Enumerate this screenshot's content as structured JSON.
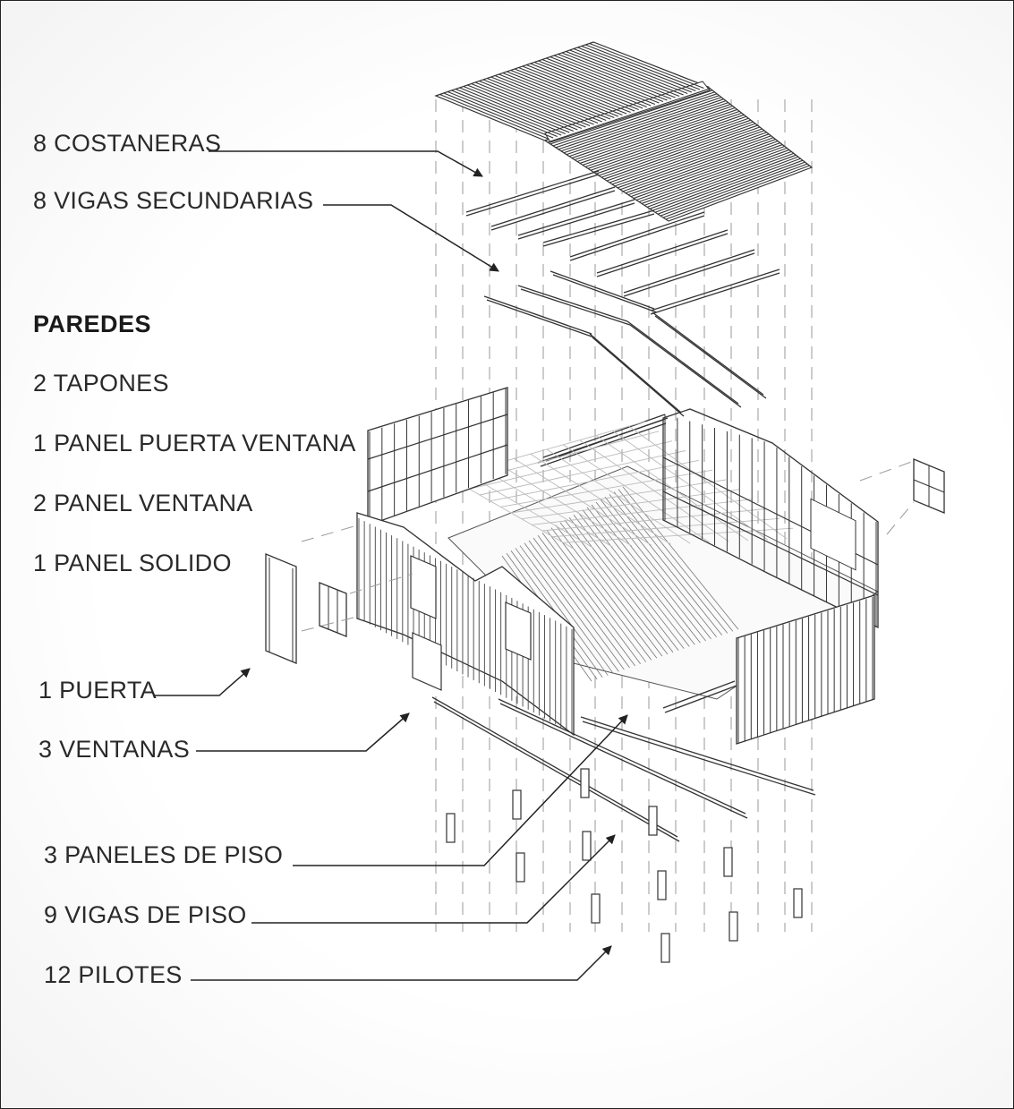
{
  "heading_walls": "PAREDES",
  "labels": {
    "costaneras": "8 COSTANERAS",
    "vigas_secundarias": "8 VIGAS SECUNDARIAS",
    "tapones": "2 TAPONES",
    "panel_puerta_ventana": "1 PANEL PUERTA VENTANA",
    "panel_ventana": "2 PANEL VENTANA",
    "panel_solido": "1 PANEL SOLIDO",
    "puerta": "1 PUERTA",
    "ventanas": "3 VENTANAS",
    "paneles_piso": "3 PANELES DE PISO",
    "vigas_piso": "9 VIGAS DE PISO",
    "pilotes": "12 PILOTES"
  },
  "colors": {
    "ink": "#2a2a2a",
    "line": "#333333",
    "panel_fill": "#ffffff",
    "ghost": "#bbbbbb"
  }
}
